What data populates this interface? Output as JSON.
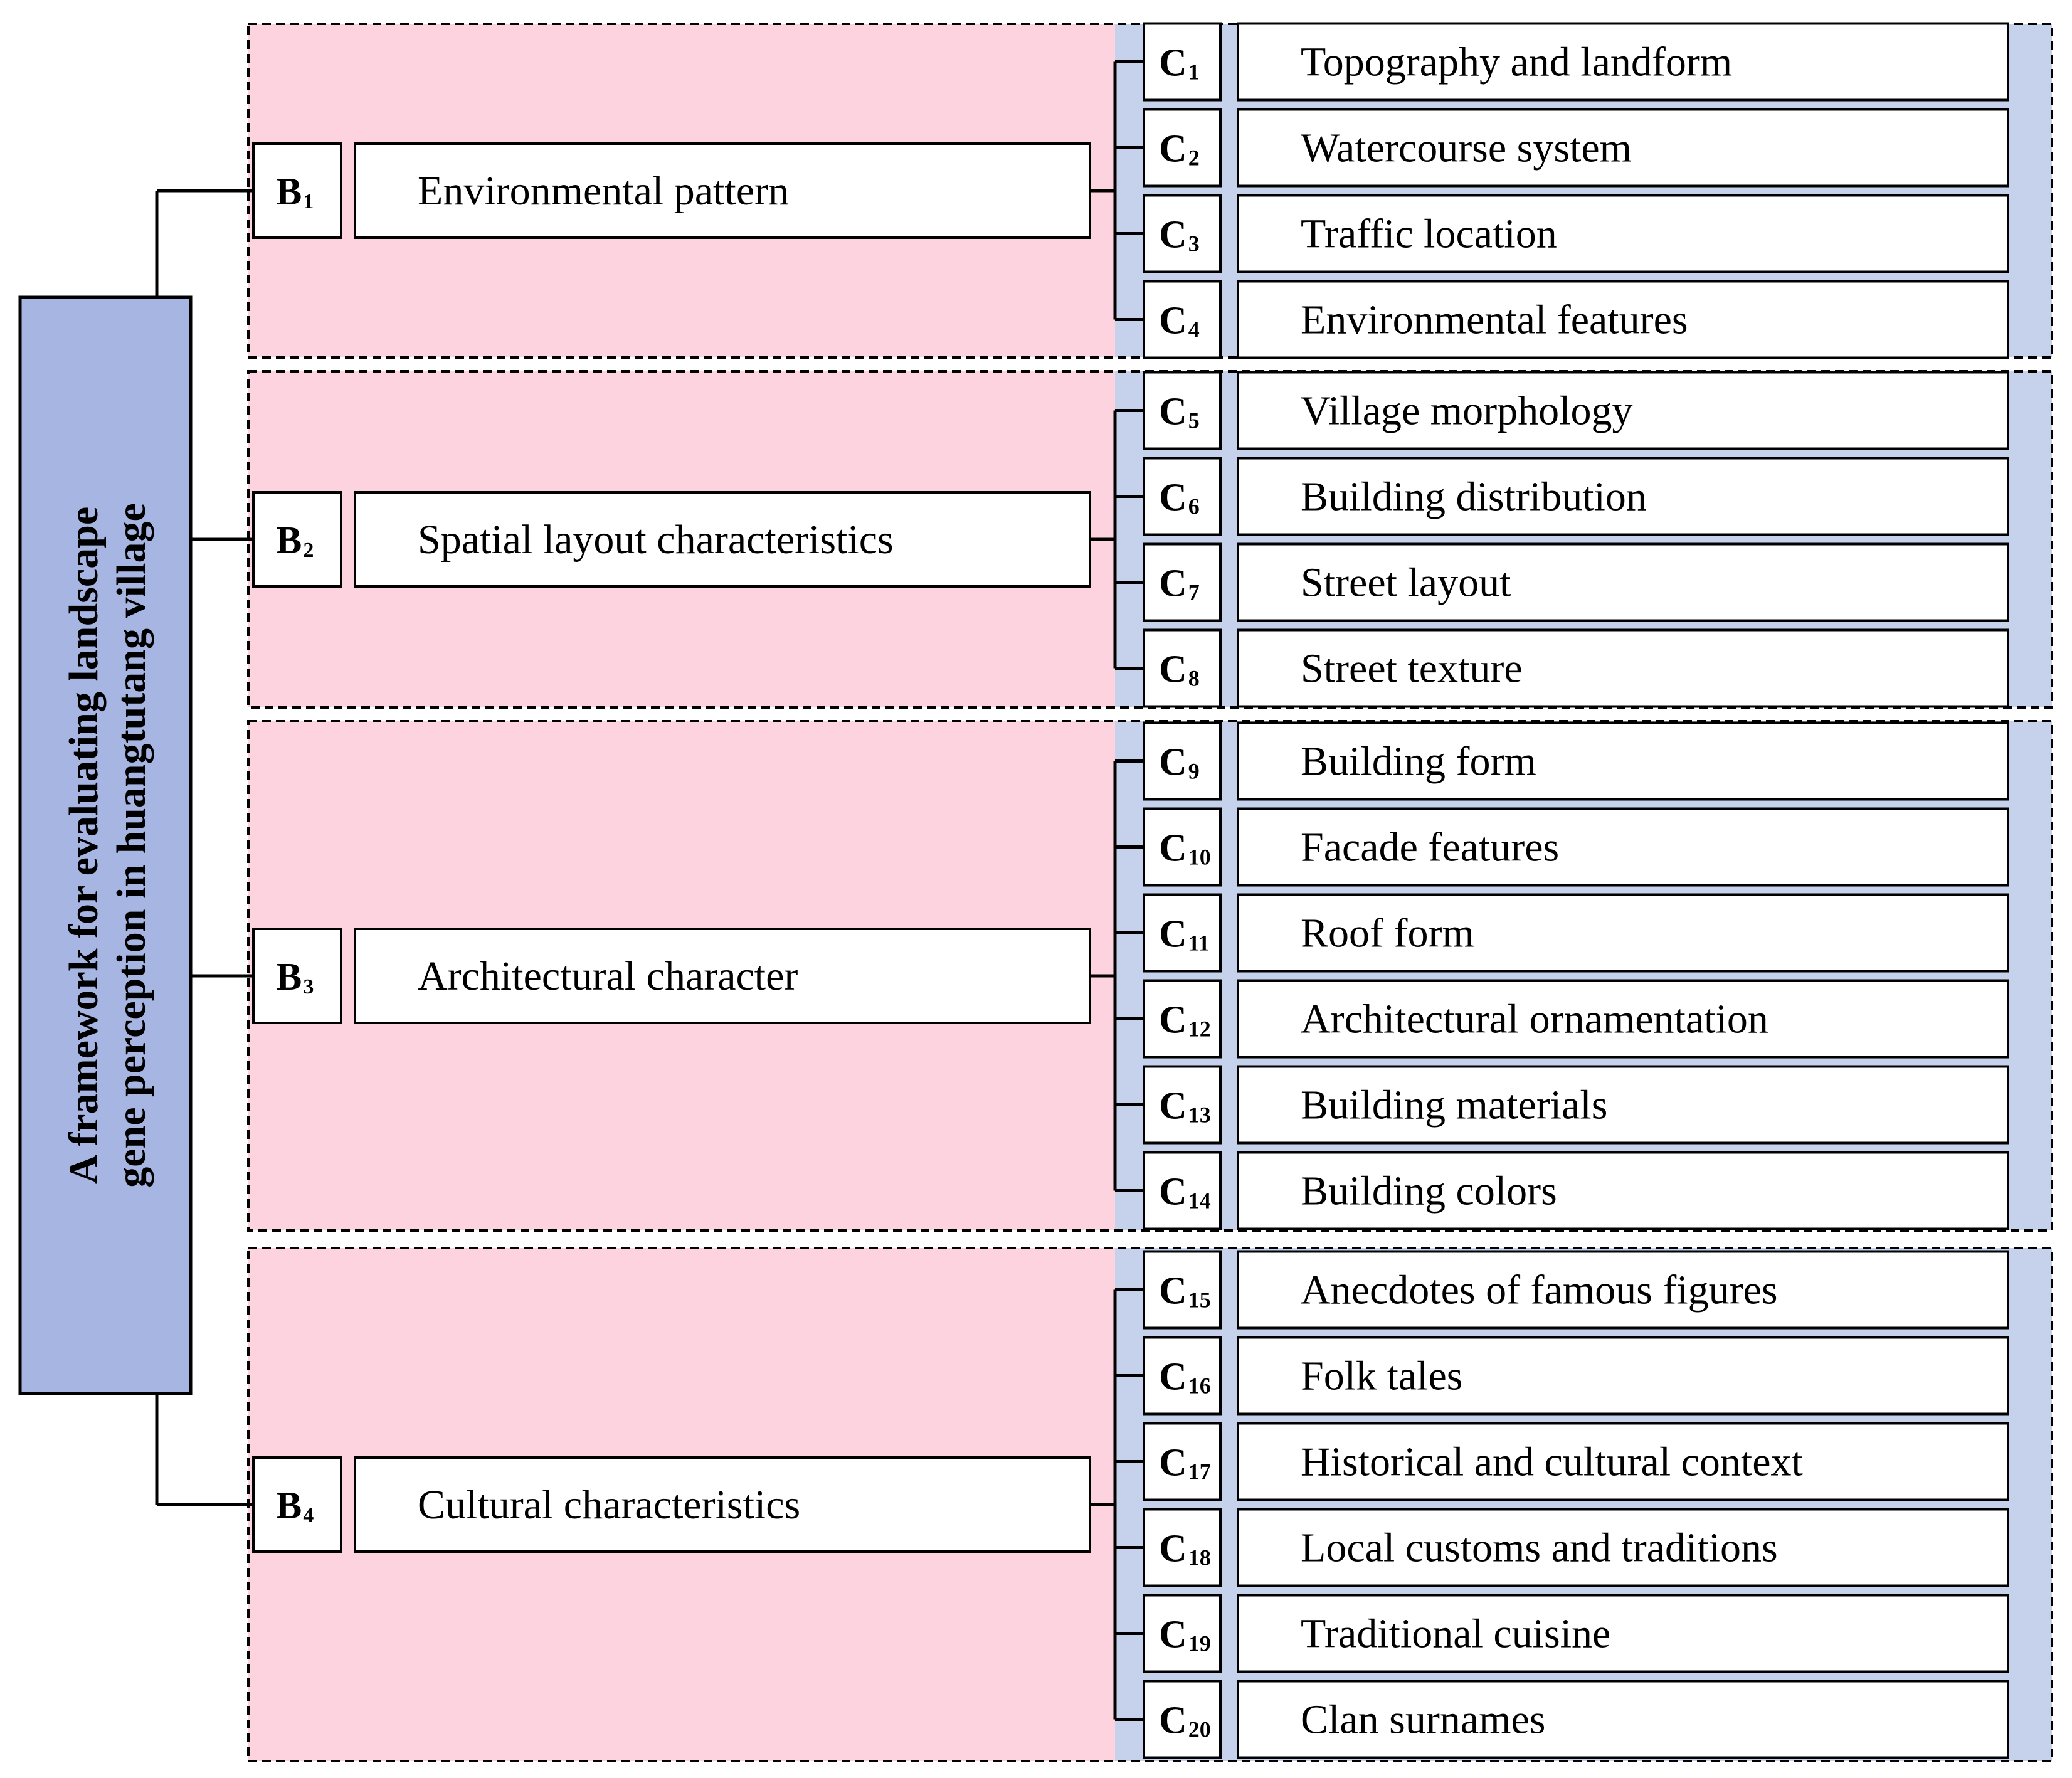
{
  "root": {
    "line1": "A framework for evaluating landscape",
    "line2": "gene perception in huangtutang village"
  },
  "colors": {
    "pink_panel": "#fcd3df",
    "blue_panel": "#c6d1ec",
    "root_fill": "#a7b5e2",
    "line": "#000000"
  },
  "groups": [
    {
      "id": "B",
      "sub": "1",
      "name": "Environmental pattern",
      "items": [
        {
          "id": "C",
          "sub": "1",
          "name": "Topography and landform"
        },
        {
          "id": "C",
          "sub": "2",
          "name": "Watercourse system"
        },
        {
          "id": "C",
          "sub": "3",
          "name": "Traffic location"
        },
        {
          "id": "C",
          "sub": "4",
          "name": "Environmental features"
        }
      ]
    },
    {
      "id": "B",
      "sub": "2",
      "name": "Spatial layout characteristics",
      "items": [
        {
          "id": "C",
          "sub": "5",
          "name": "Village morphology"
        },
        {
          "id": "C",
          "sub": "6",
          "name": "Building distribution"
        },
        {
          "id": "C",
          "sub": "7",
          "name": "Street layout"
        },
        {
          "id": "C",
          "sub": "8",
          "name": "Street texture"
        }
      ]
    },
    {
      "id": "B",
      "sub": "3",
      "name": "Architectural character",
      "items": [
        {
          "id": "C",
          "sub": "9",
          "name": "Building form"
        },
        {
          "id": "C",
          "sub": "10",
          "name": "Facade features"
        },
        {
          "id": "C",
          "sub": "11",
          "name": "Roof form"
        },
        {
          "id": "C",
          "sub": "12",
          "name": "Architectural ornamentation"
        },
        {
          "id": "C",
          "sub": "13",
          "name": "Building materials"
        },
        {
          "id": "C",
          "sub": "14",
          "name": "Building colors"
        }
      ]
    },
    {
      "id": "B",
      "sub": "4",
      "name": "Cultural characteristics",
      "items": [
        {
          "id": "C",
          "sub": "15",
          "name": "Anecdotes of famous figures"
        },
        {
          "id": "C",
          "sub": "16",
          "name": "Folk tales"
        },
        {
          "id": "C",
          "sub": "17",
          "name": "Historical and cultural context"
        },
        {
          "id": "C",
          "sub": "18",
          "name": "Local customs and traditions"
        },
        {
          "id": "C",
          "sub": "19",
          "name": "Traditional cuisine"
        },
        {
          "id": "C",
          "sub": "20",
          "name": "Clan surnames"
        }
      ]
    }
  ]
}
